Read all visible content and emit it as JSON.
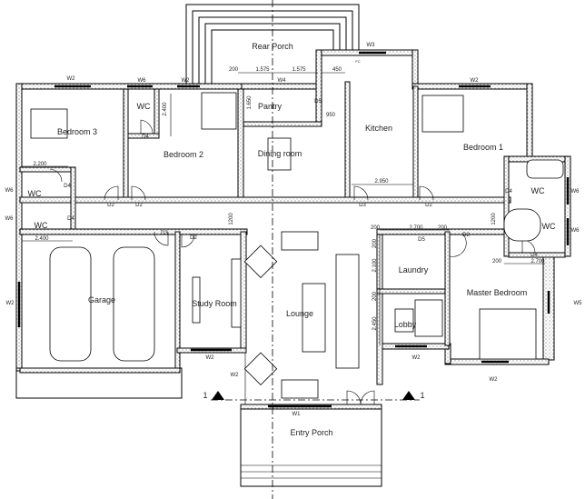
{
  "title": "Floor Plan",
  "rooms": [
    "Rear Porch",
    "Pantry",
    "Kitchen",
    "Dining room",
    "Bedroom 3",
    "Bedroom 2",
    "Bedroom 1",
    "WC",
    "WC",
    "WC",
    "WC",
    "WC",
    "Garage",
    "Study Room",
    "Lounge",
    "Laundry",
    "Lobby",
    "Master Bedroom",
    "Entry Porch"
  ],
  "windows": [
    "W2",
    "W6",
    "W2",
    "W3",
    "W4",
    "W2",
    "W6",
    "W6",
    "W2",
    "W6",
    "W6",
    "W5",
    "W2",
    "W2",
    "W1",
    "W2",
    "W2"
  ],
  "doors": [
    "D4",
    "D4",
    "D4",
    "D2",
    "D2",
    "D3",
    "D2",
    "D3",
    "D2",
    "D4",
    "D2",
    "D5",
    "D4",
    "D5"
  ],
  "dimensions": [
    "200",
    "1.575",
    "1.575",
    "450",
    "2.400",
    "1.650",
    "950",
    "2.200",
    "2.400",
    "2.950",
    "1200",
    "1200",
    "200",
    "2.700",
    "200",
    "200",
    "2.100",
    "200",
    "2.450",
    "200",
    "2.700"
  ],
  "section_markers": [
    "1",
    "1"
  ],
  "fridge_label": "FC"
}
